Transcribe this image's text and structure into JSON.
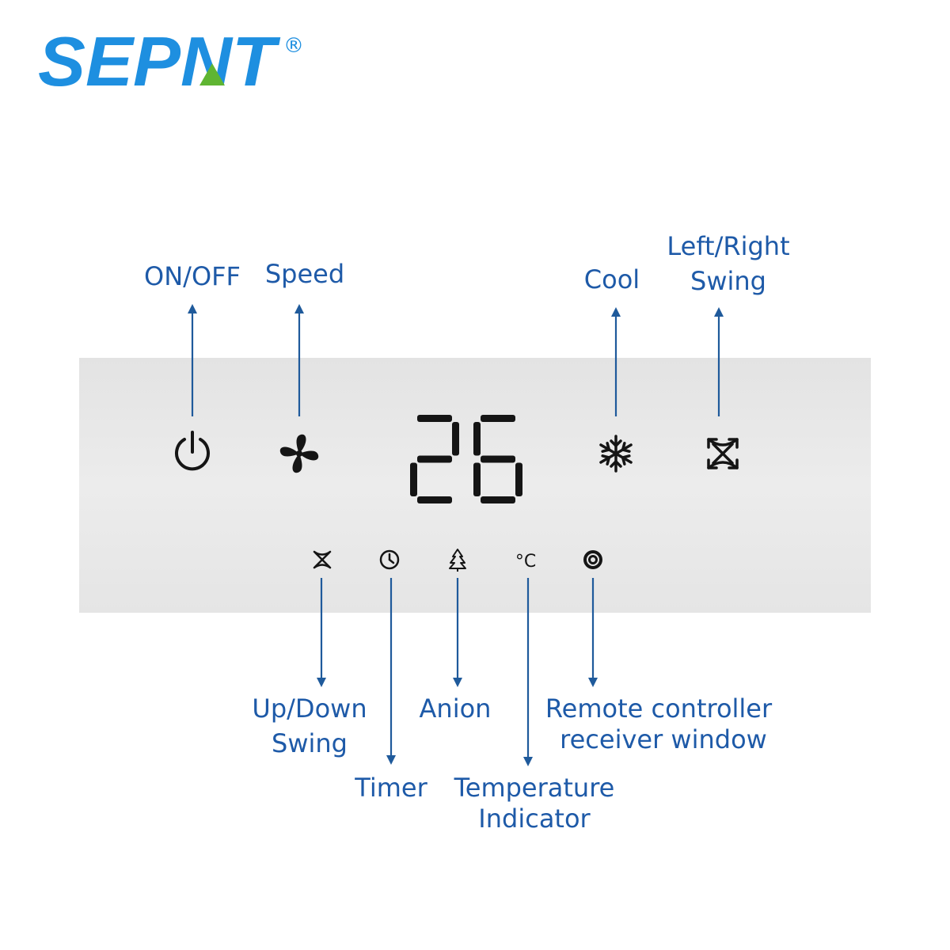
{
  "brand": {
    "name": "SEPNT",
    "registered_mark": "®",
    "color": "#1e8fe0",
    "accent_color": "#5fb532"
  },
  "display": {
    "temperature": "26",
    "panel_color": "#e6e6e6"
  },
  "top_controls": [
    {
      "id": "on-off",
      "icon": "power-icon",
      "label_lines": [
        "ON/OFF"
      ]
    },
    {
      "id": "speed",
      "icon": "fan-icon",
      "label_lines": [
        "Speed"
      ]
    },
    {
      "id": "cool",
      "icon": "snowflake-icon",
      "label_lines": [
        "Cool"
      ]
    },
    {
      "id": "left-right-swing",
      "icon": "swing-arrows-icon",
      "label_lines": [
        "Left/Right",
        "Swing"
      ]
    }
  ],
  "bottom_indicators": [
    {
      "id": "up-down-swing",
      "icon": "swing-arrows-small-icon",
      "label_lines": [
        "Up/Down",
        "Swing"
      ]
    },
    {
      "id": "timer",
      "icon": "clock-icon",
      "label_lines": [
        "Timer"
      ]
    },
    {
      "id": "anion",
      "icon": "tree-icon",
      "label_lines": [
        "Anion"
      ]
    },
    {
      "id": "temperature-indicator",
      "icon": "celsius-icon",
      "icon_text": "°C",
      "label_lines": [
        "Temperature",
        "Indicator"
      ]
    },
    {
      "id": "remote-receiver",
      "icon": "receiver-window-icon",
      "label_lines": [
        "Remote controller",
        "receiver window"
      ]
    }
  ],
  "colors": {
    "label": "#1e5aa8",
    "callout_line": "#1f5a9b",
    "icon": "#151515"
  }
}
